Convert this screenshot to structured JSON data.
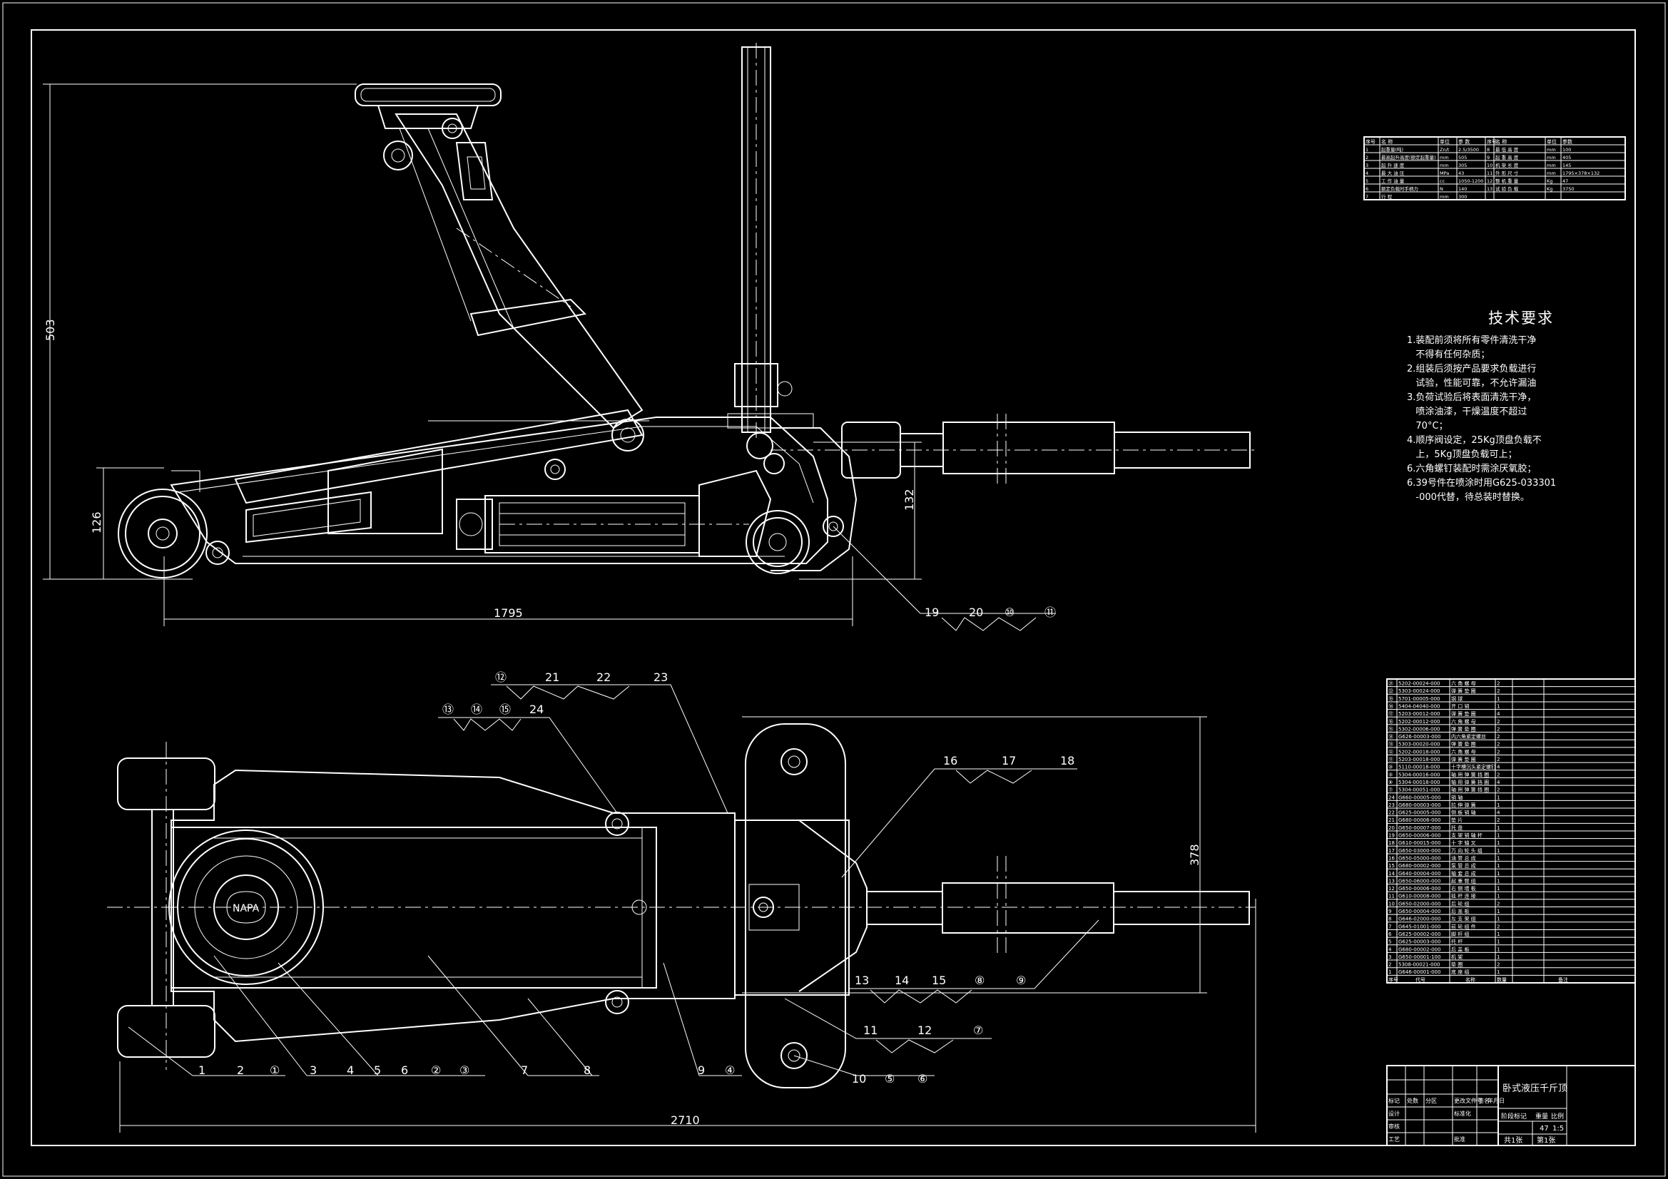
{
  "dimensions": {
    "total_height": "503",
    "total_length": "1795",
    "rear_height": "126",
    "front_height": "132",
    "plan_width": "378",
    "plan_length": "2710"
  },
  "technical_requirements": {
    "title": "技术要求",
    "items": [
      "1.装配前须将所有零件清洗干净",
      "   不得有任何杂质；",
      "2.组装后须按产品要求负载进行",
      "   试验，性能可靠，不允许漏油",
      "3.负荷试验后将表面清洗干净，",
      "   喷涂油漆，干燥温度不超过",
      "   70°C；",
      "4.顺序阀设定，25Kg顶盘负载不",
      "   上，5Kg顶盘负载可上；",
      "6.六角螺钉装配时需涂厌氧胶；",
      "6.39号件在喷涂时用G625-033301",
      "   -000代替，待总装时替换。"
    ]
  },
  "callouts_side": [
    "19",
    "20",
    "⑩",
    "⑪"
  ],
  "callouts_plan_top": [
    [
      "⑫",
      "21",
      "22",
      "23"
    ],
    [
      "⑬",
      "⑭",
      "⑮",
      "24"
    ]
  ],
  "callouts_plan_right_top": [
    "16",
    "17",
    "18"
  ],
  "callouts_plan_right_mid": [
    "13",
    "14",
    "15",
    "⑧",
    "⑨"
  ],
  "callouts_plan_right_low": [
    "11",
    "12",
    "⑦"
  ],
  "callouts_plan_bottom": [
    "1",
    "2",
    "①",
    "3",
    "4",
    "5",
    "6",
    "②",
    "③",
    "7",
    "8",
    "9",
    "④",
    "10",
    "⑤",
    "⑥"
  ],
  "logo_text": "NAPA",
  "parts_list": [
    [
      "㉑",
      "5202-00024-000",
      "六 角 螺 母",
      "2"
    ],
    [
      "㉒",
      "5303-00024-000",
      "弹 簧 垫 圈",
      "2"
    ],
    [
      "⑲",
      "5701-00005-000",
      "钢 球",
      "1"
    ],
    [
      "⑱",
      "5404-04040-000",
      "开 口 销",
      "1"
    ],
    [
      "⑰",
      "5203-00012-000",
      "弹 簧 垫 圈",
      "4"
    ],
    [
      "⑯",
      "5202-00012-000",
      "六 角 螺 母",
      "2"
    ],
    [
      "⑮",
      "5302-00006-000",
      "弹 簧 垫 圈",
      "2"
    ],
    [
      "⑭",
      "G626-00003-000",
      "内六角紧定螺丝",
      "2"
    ],
    [
      "⑬",
      "5303-00020-000",
      "弹 簧 垫 圈",
      "2"
    ],
    [
      "⑫",
      "5202-00018-000",
      "六 角 螺 母",
      "2"
    ],
    [
      "⑪",
      "5203-00018-000",
      "弹 簧 垫 圈",
      "2"
    ],
    [
      "⑩",
      "5110-00018-000",
      "十字槽沉头紧定螺钉",
      "4"
    ],
    [
      "⑨",
      "5304-00016-000",
      "轴 用 弹 簧 挡 圈",
      "2"
    ],
    [
      "⑧",
      "5304-00018-000",
      "轴 用 弹 簧 挡 圈",
      "4"
    ],
    [
      "⑦",
      "5304-00051-000",
      "轴 用 弹 簧 挡 圈",
      "2"
    ],
    [
      "24",
      "G660-00005-000",
      "销 轴",
      "1"
    ],
    [
      "23",
      "G680-00003-000",
      "拉 伸 弹 簧",
      "1"
    ],
    [
      "22",
      "G625-00005-000",
      "侧 板 销 轴",
      "4"
    ],
    [
      "21",
      "G680-00006-000",
      "垫 片",
      "2"
    ],
    [
      "20",
      "G650-00007-000",
      "托 盘",
      "1"
    ],
    [
      "19",
      "G650-00006-000",
      "支 架 销 轴 杆",
      "1"
    ],
    [
      "18",
      "G610-00015-000",
      "十 字 轴 叉",
      "1"
    ],
    [
      "17",
      "G650-03000-000",
      "万 向 轮 头 组",
      "1"
    ],
    [
      "16",
      "G650-05000-000",
      "油 管 总 成",
      "1"
    ],
    [
      "15",
      "G680-00002-000",
      "泵 管 总 成",
      "1"
    ],
    [
      "14",
      "G640-00004-000",
      "轴 套 总 成",
      "1"
    ],
    [
      "13",
      "G650-06000-000",
      "起 重 臂 组",
      "1"
    ],
    [
      "12",
      "G650-00006-000",
      "右 侧 墙 板",
      "1"
    ],
    [
      "11",
      "G610-00008-000",
      "挂 杆 连 接",
      "1"
    ],
    [
      "10",
      "G650-02000-000",
      "后 轮 组",
      "2"
    ],
    [
      "9",
      "G650-00004-000",
      "后 盖 板",
      "1"
    ],
    [
      "8",
      "G646-02000-000",
      "左 支 架 组",
      "1"
    ],
    [
      "7",
      "G645-01001-000",
      "前 轮 组 件",
      "2"
    ],
    [
      "6",
      "G625-00002-000",
      "脚 杆 组",
      "1"
    ],
    [
      "5",
      "G625-00003-000",
      "托 杆",
      "1"
    ],
    [
      "4",
      "G680-00002-000",
      "后 盖 板",
      "1"
    ],
    [
      "3",
      "G650-00001-100",
      "机 架",
      "1"
    ],
    [
      "2",
      "5308-00021-000",
      "垫 圈",
      "2"
    ],
    [
      "1",
      "G646-00001-000",
      "底 座 组",
      "1"
    ]
  ],
  "parts_header": [
    "序号",
    "代号",
    "名称",
    "数量",
    "备注"
  ],
  "title_block": {
    "drawing_name": "卧式液压千斤顶",
    "scale": "1:5",
    "sheet_total": "共1张",
    "sheet_no": "第1张",
    "weight": "47",
    "labels": [
      "标记",
      "处数",
      "分区",
      "更改文件号",
      "签名",
      "年月日",
      "设计",
      "标准化",
      "审核",
      "工艺",
      "批准",
      "阶段标记",
      "重量",
      "比例"
    ]
  },
  "spec_table": {
    "rows": [
      [
        "1",
        "起重量(吨)",
        "Zn/t",
        "2.5/3500",
        "8",
        "最 低 高 度",
        "mm",
        "100"
      ],
      [
        "2",
        "最高起升高度(额定起重量)",
        "mm",
        "505",
        "9",
        "起 重 高 度",
        "mm",
        "405"
      ],
      [
        "3",
        "起 升 速 度",
        "mm",
        "305",
        "10",
        "机 架 长 度",
        "mm",
        "145"
      ],
      [
        "4",
        "最 大 油 压",
        "MPa",
        "43",
        "11",
        "外 形 尺 寸",
        "mm",
        "1795×378×132"
      ],
      [
        "5",
        "工 作 油 量",
        "cc",
        "1050-1200",
        "12",
        "整 机 重 量",
        "Kg",
        "47"
      ],
      [
        "6",
        "额定负载时手柄力",
        "N",
        "140",
        "13",
        "试 验 负 载",
        "Kg",
        "3750"
      ],
      [
        "7",
        "行 程",
        "mm",
        "300",
        "",
        "",
        "",
        ""
      ]
    ],
    "header": [
      "序号",
      "名 称",
      "单位",
      "参 数",
      "序号",
      "名 称",
      "单位",
      "参数"
    ]
  }
}
